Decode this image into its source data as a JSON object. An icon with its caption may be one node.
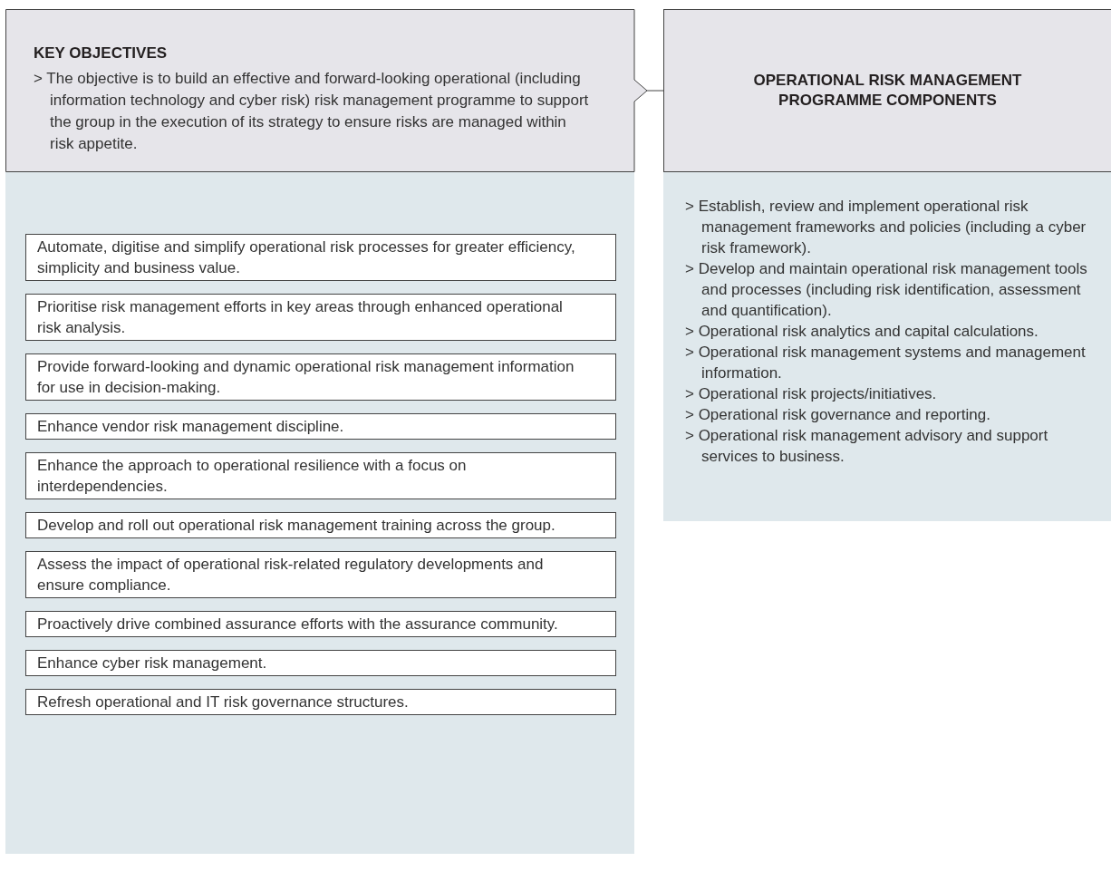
{
  "diagram": {
    "nodes": [
      {
        "text": [
          "KEY OBJECTIVES",
          "> The objective is to build an effective and forward-looking operational (including information technology and cyber risk) risk management programme to support the group in the execution of its strategy to ensure risks are managed within risk appetite."
        ]
      },
      {
        "text": [
          "OPERATIONAL RISK MANAGEMENT PROGRAMME COMPONENTS"
        ]
      },
      {
        "text": [],
        "shape": "box"
      },
      {
        "text": [
          "Automate, digitise and simplify operational risk processes for greater efficiency, simplicity and business value."
        ],
        "in": 2
      },
      {
        "text": [
          "Prioritise risk management efforts in key areas through enhanced operational risk analysis."
        ],
        "in": 2
      },
      {
        "text": [
          "Provide forward-looking and dynamic operational risk management information for use in decision-making."
        ],
        "in": 2
      },
      {
        "text": [
          "Enhance vendor risk management discipline."
        ],
        "in": 2
      },
      {
        "text": [
          "Enhance the approach to operational resilience with a focus on interdependencies."
        ],
        "in": 2
      },
      {
        "text": [
          "Develop and roll out operational risk management training across the group."
        ],
        "in": 2
      },
      {
        "text": [
          "Assess the impact of operational risk-related regulatory developments and ensure compliance."
        ],
        "in": 2
      },
      {
        "text": [
          "Proactively drive combined assurance efforts with the assurance community."
        ],
        "in": 2
      },
      {
        "text": [
          "Enhance cyber risk management."
        ],
        "in": 2
      },
      {
        "text": [
          "Refresh operational and IT risk governance structures."
        ],
        "in": 2
      },
      {
        "text": [
          "> Establish, review and implement operational risk management frameworks and policies (including a cyber risk framework).",
          "> Develop and maintain operational risk management tools and processes (including risk identification, assessment and quantification).",
          "> Operational risk analytics and capital calculations.",
          "> Operational risk management systems and management information.",
          "> Operational risk projects/initiatives.",
          "> Operational risk governance and reporting.",
          "> Operational risk management advisory and support services to business."
        ]
      }
    ],
    "edges": [
      {
        "from": 0,
        "to": 1,
        "arrow": "none"
      }
    ]
  }
}
